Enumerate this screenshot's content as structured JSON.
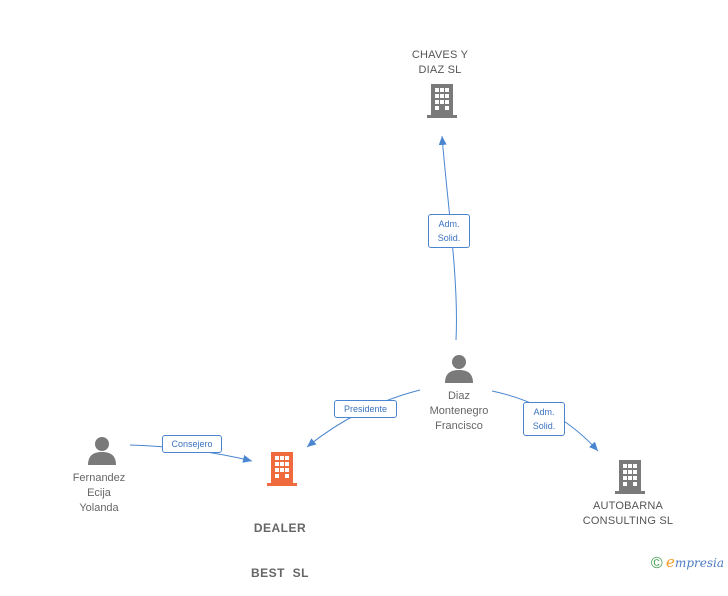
{
  "colors": {
    "edge": "#4a86d0",
    "person": "#7a7a7a",
    "company": "#7a7a7a",
    "highlight": "#ef6a3d"
  },
  "nodes": {
    "chaves": {
      "type": "company",
      "label_lines": [
        "CHAVES Y",
        "DIAZ SL"
      ]
    },
    "diaz": {
      "type": "person",
      "label_lines": [
        "Diaz",
        "Montenegro",
        "Francisco"
      ]
    },
    "fernandez": {
      "type": "person",
      "label_lines": [
        "Fernandez",
        "Ecija",
        "Yolanda"
      ]
    },
    "dealer": {
      "type": "company",
      "highlight": true,
      "label_lines": [
        "DEALER",
        "BEST  SL"
      ]
    },
    "autobarna": {
      "type": "company",
      "label_lines": [
        "AUTOBARNA",
        "CONSULTING SL"
      ]
    }
  },
  "edges": {
    "diaz_chaves": {
      "from": "diaz",
      "to": "chaves",
      "label_lines": [
        "Adm.",
        "Solid."
      ]
    },
    "diaz_dealer": {
      "from": "diaz",
      "to": "dealer",
      "label_lines": [
        "Presidente"
      ]
    },
    "diaz_autobarna": {
      "from": "diaz",
      "to": "autobarna",
      "label_lines": [
        "Adm.",
        "Solid."
      ]
    },
    "fernandez_dealer": {
      "from": "fernandez",
      "to": "dealer",
      "label_lines": [
        "Consejero"
      ]
    }
  },
  "brand": {
    "copyright": "©",
    "first_letter": "e",
    "rest": "mpresia"
  }
}
